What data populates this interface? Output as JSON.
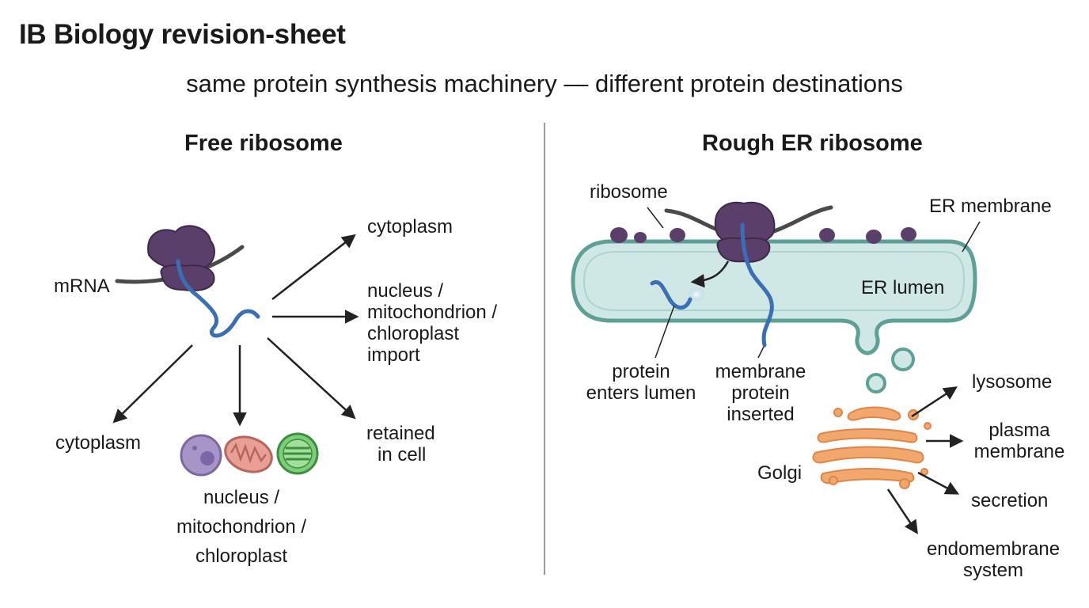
{
  "title": "IB Biology revision-sheet",
  "subtitle": "same protein synthesis machinery — different protein destinations",
  "free": {
    "heading": "Free ribosome",
    "mrna": "mRNA",
    "dest_cytoplasm_top": "cytoplasm",
    "dest_import": [
      "nucleus /",
      "mitochondrion /",
      "chloroplast",
      "import"
    ],
    "dest_retained": [
      "retained",
      "in cell"
    ],
    "dest_cytoplasm_left": "cytoplasm",
    "dest_organelles": [
      "nucleus /",
      "mitochondrion /",
      "chloroplast"
    ]
  },
  "rough": {
    "heading": "Rough ER ribosome",
    "ribosome": "ribosome",
    "er_membrane": "ER membrane",
    "er_lumen": "ER lumen",
    "protein_enters": [
      "protein",
      "enters lumen"
    ],
    "membrane_protein": [
      "membrane",
      "protein",
      "inserted"
    ],
    "golgi": "Golgi",
    "dest_lysosome": "lysosome",
    "dest_plasma": [
      "plasma",
      "membrane"
    ],
    "dest_secretion": "secretion",
    "dest_endomembrane": [
      "endomembrane",
      "system"
    ]
  },
  "colors": {
    "ribosome": "#5b3f6b",
    "protein_chain": "#3a6fb5",
    "mrna": "#4a4a4a",
    "er_fill": "#cfe8e6",
    "er_stroke": "#5e9f96",
    "golgi": "#f0a06a",
    "arrow": "#222222",
    "divider": "#999999"
  }
}
